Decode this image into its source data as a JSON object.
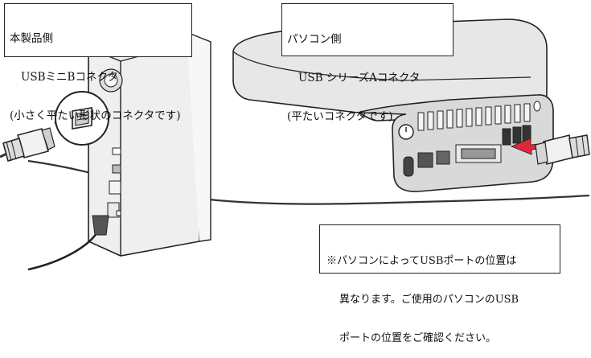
{
  "device_label": {
    "title": "本製品側",
    "line1": "USBミニBコネクタ",
    "line2": "(小さく平たい形状のコネクタです)"
  },
  "pc_label": {
    "title": "パソコン側",
    "line1": "USB シリーズAコネクタ",
    "line2": "(平たいコネクタです)"
  },
  "note": {
    "line1": "※パソコンによってUSBポートの位置は",
    "line2": "異なります。ご使用のパソコンのUSB",
    "line3": "ポートの位置をご確認ください。"
  },
  "colors": {
    "arrow": "#e0283a",
    "device_body": "#efefef",
    "pc_body": "#d9d9d9",
    "outline": "#222222"
  }
}
